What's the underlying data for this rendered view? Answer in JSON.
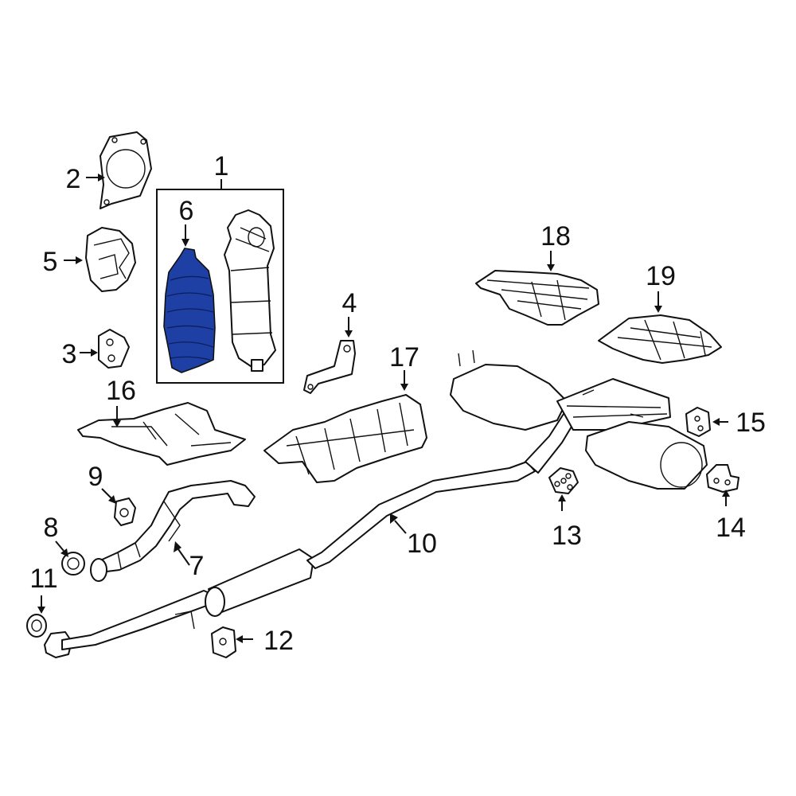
{
  "diagram": {
    "highlight_color": "#1e3fa3",
    "line_color": "#111111",
    "background": "#ffffff",
    "callouts": {
      "c1": "1",
      "c2": "2",
      "c3": "3",
      "c4": "4",
      "c5": "5",
      "c6": "6",
      "c7": "7",
      "c8": "8",
      "c9": "9",
      "c10": "10",
      "c11": "11",
      "c12": "12",
      "c13": "13",
      "c14": "14",
      "c15": "15",
      "c16": "16",
      "c17": "17",
      "c18": "18",
      "c19": "19"
    },
    "highlighted_part": "6"
  }
}
